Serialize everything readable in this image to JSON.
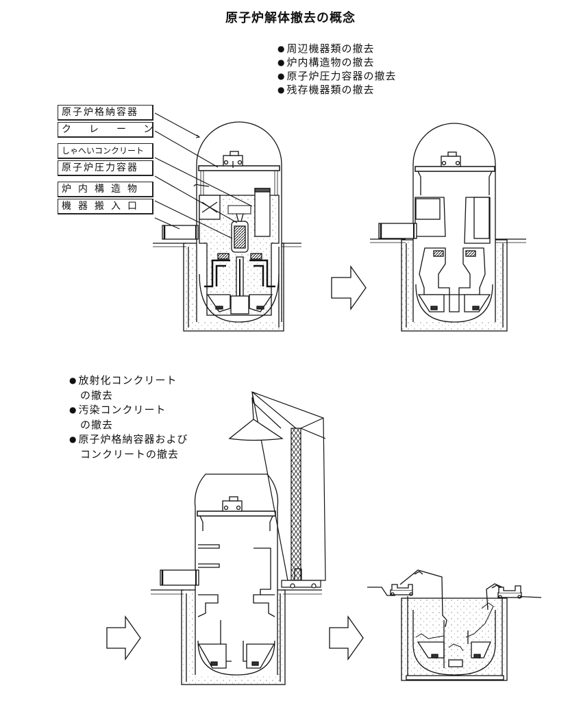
{
  "title": "原子炉解体撤去の概念",
  "stage1_steps": [
    "周辺機器類の撤去",
    "炉内構造物の撤去",
    "原子炉圧力容器の撤去",
    "残存機器類の撤去"
  ],
  "stage2_steps": [
    {
      "line1": "放射化コンクリート",
      "line2": "の撤去"
    },
    {
      "line1": "汚染コンクリート",
      "line2": "の撤去"
    },
    {
      "line1": "原子炉格納容器および",
      "line2": "コンクリートの撤去"
    }
  ],
  "component_labels": [
    "原子炉格納容器",
    "クレーン",
    "しゃへいコンクリート",
    "原子炉圧力容器",
    "炉内構造物",
    "機器搬入口"
  ],
  "stages": [
    {
      "name": "initial-plant",
      "shows": [
        "containment-dome",
        "crane",
        "shielding-concrete",
        "pressure-vessel",
        "internals",
        "equipment-hatch",
        "steam-generators"
      ]
    },
    {
      "name": "equipment-removed",
      "shows": [
        "containment-dome",
        "crane",
        "shielding-concrete",
        "equipment-hatch"
      ]
    },
    {
      "name": "concrete-removal",
      "shows": [
        "containment-dome-open",
        "crane",
        "tower-crane",
        "equipment-hatch"
      ]
    },
    {
      "name": "demolished",
      "shows": [
        "foundation-pit",
        "excavators",
        "rubble"
      ]
    }
  ],
  "colors": {
    "ink": "#111111",
    "background": "#ffffff"
  }
}
